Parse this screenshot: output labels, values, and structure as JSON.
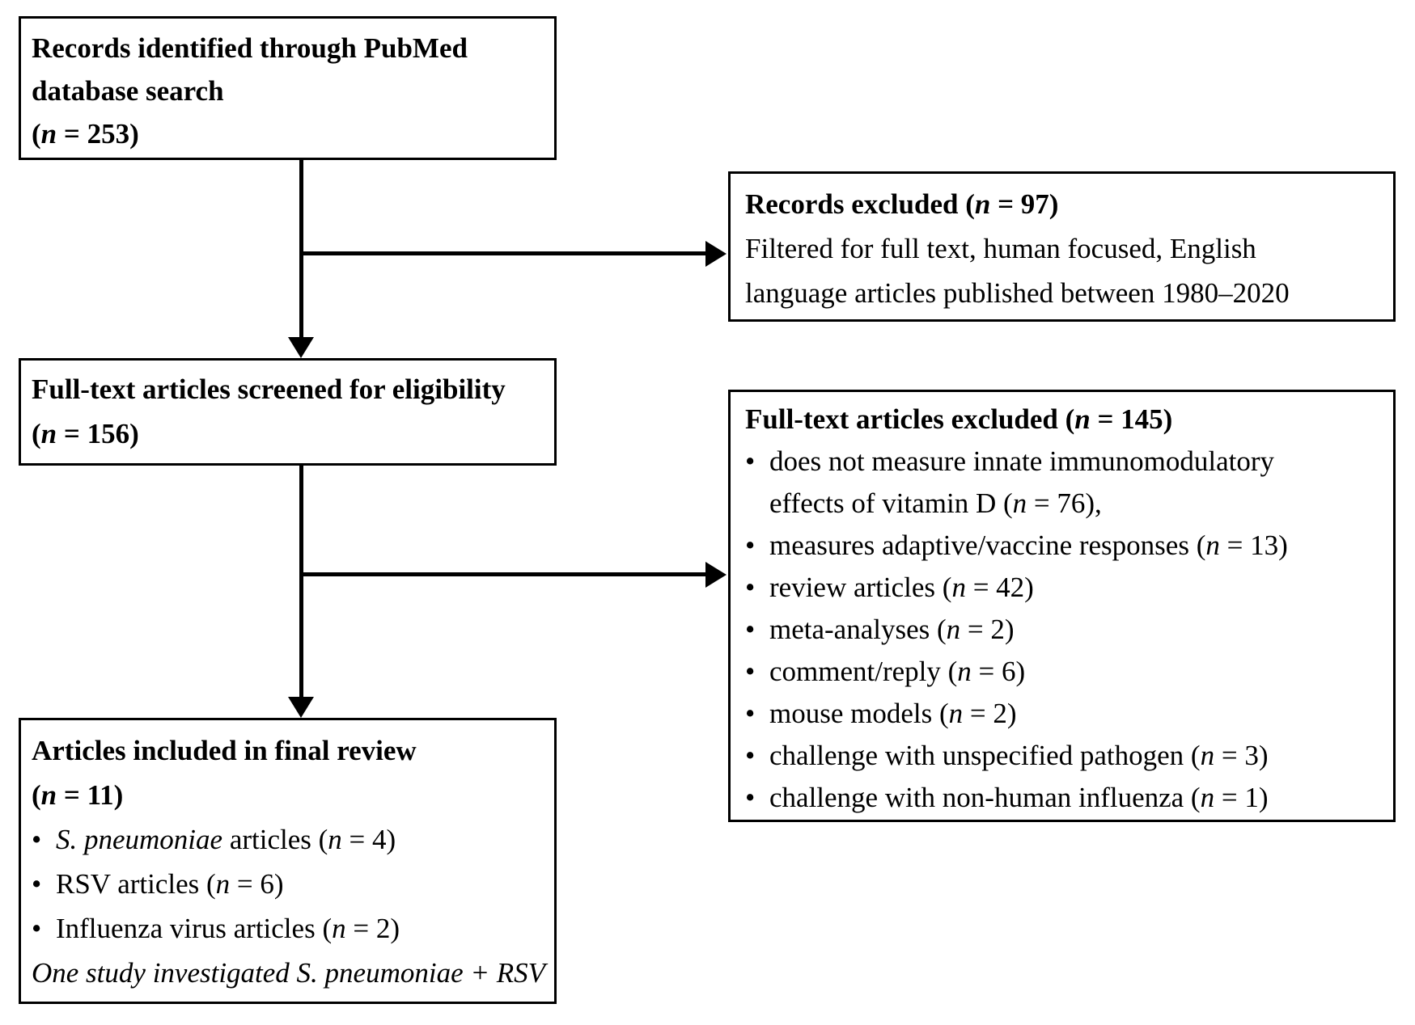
{
  "figure": {
    "type": "prisma-flowchart",
    "background_color": "#ffffff",
    "line_color": "#000000",
    "text_color": "#000000"
  },
  "boxes": {
    "identified": {
      "lines": [
        {
          "seg": [
            [
              "Records identified through PubMed",
              "b"
            ]
          ]
        },
        {
          "seg": [
            [
              "database search",
              "b"
            ]
          ]
        },
        {
          "seg": [
            [
              "(",
              "b"
            ],
            [
              "n",
              "bi"
            ],
            [
              " = 253)",
              "b"
            ]
          ]
        }
      ]
    },
    "records_excluded": {
      "lines": [
        {
          "seg": [
            [
              "Records excluded (",
              "b"
            ],
            [
              "n",
              "bi"
            ],
            [
              " = 97)",
              "b"
            ]
          ]
        },
        {
          "seg": [
            [
              "Filtered for full text, human focused, English",
              ""
            ]
          ]
        },
        {
          "seg": [
            [
              "language articles published between 1980–2020",
              ""
            ]
          ]
        }
      ]
    },
    "screened": {
      "lines": [
        {
          "seg": [
            [
              "Full-text articles screened for eligibility",
              "b"
            ]
          ]
        },
        {
          "seg": [
            [
              "(",
              "b"
            ],
            [
              "n",
              "bi"
            ],
            [
              " = 156)",
              "b"
            ]
          ]
        }
      ]
    },
    "fulltext_excluded": {
      "lines": [
        {
          "seg": [
            [
              "Full-text articles excluded (",
              "b"
            ],
            [
              "n",
              "bi"
            ],
            [
              " = 145)",
              "b"
            ]
          ]
        },
        {
          "bullet": true,
          "seg": [
            [
              "does not measure innate immunomodulatory",
              ""
            ]
          ]
        },
        {
          "indent": true,
          "seg": [
            [
              "effects of vitamin D (",
              ""
            ],
            [
              "n",
              "i"
            ],
            [
              " = 76),",
              ""
            ]
          ]
        },
        {
          "bullet": true,
          "seg": [
            [
              "measures adaptive/vaccine responses (",
              ""
            ],
            [
              "n",
              "i"
            ],
            [
              " = 13)",
              ""
            ]
          ]
        },
        {
          "bullet": true,
          "seg": [
            [
              "review articles (",
              ""
            ],
            [
              "n",
              "i"
            ],
            [
              " = 42)",
              ""
            ]
          ]
        },
        {
          "bullet": true,
          "seg": [
            [
              "meta-analyses (",
              ""
            ],
            [
              "n",
              "i"
            ],
            [
              " = 2)",
              ""
            ]
          ]
        },
        {
          "bullet": true,
          "seg": [
            [
              "comment/reply (",
              ""
            ],
            [
              "n",
              "i"
            ],
            [
              " = 6)",
              ""
            ]
          ]
        },
        {
          "bullet": true,
          "seg": [
            [
              "mouse models (",
              ""
            ],
            [
              "n",
              "i"
            ],
            [
              " = 2)",
              ""
            ]
          ]
        },
        {
          "bullet": true,
          "seg": [
            [
              "challenge with unspecified pathogen (",
              ""
            ],
            [
              "n",
              "i"
            ],
            [
              " = 3)",
              ""
            ]
          ]
        },
        {
          "bullet": true,
          "seg": [
            [
              "challenge with non-human influenza (",
              ""
            ],
            [
              "n",
              "i"
            ],
            [
              " = 1)",
              ""
            ]
          ]
        }
      ]
    },
    "included": {
      "lines": [
        {
          "seg": [
            [
              "Articles included in final review",
              "b"
            ]
          ]
        },
        {
          "seg": [
            [
              "(",
              "b"
            ],
            [
              "n",
              "bi"
            ],
            [
              " = 11)",
              "b"
            ]
          ]
        },
        {
          "bullet": true,
          "seg": [
            [
              "S. pneumoniae",
              "i"
            ],
            [
              " articles (",
              ""
            ],
            [
              "n",
              "i"
            ],
            [
              " = 4)",
              ""
            ]
          ]
        },
        {
          "bullet": true,
          "seg": [
            [
              "RSV articles (",
              ""
            ],
            [
              "n",
              "i"
            ],
            [
              " = 6)",
              ""
            ]
          ]
        },
        {
          "bullet": true,
          "seg": [
            [
              "Influenza virus articles (",
              ""
            ],
            [
              "n",
              "i"
            ],
            [
              " = 2)",
              ""
            ]
          ]
        },
        {
          "seg": [
            [
              "One study investigated S. pneumoniae + RSV",
              "i"
            ]
          ]
        }
      ]
    }
  },
  "counts": {
    "records_identified": 253,
    "records_excluded": 97,
    "fulltext_screened": 156,
    "fulltext_excluded": 145,
    "included_final": 11,
    "s_pneumoniae_articles": 4,
    "rsv_articles": 6,
    "influenza_articles": 2
  },
  "bullet_glyph": "•"
}
